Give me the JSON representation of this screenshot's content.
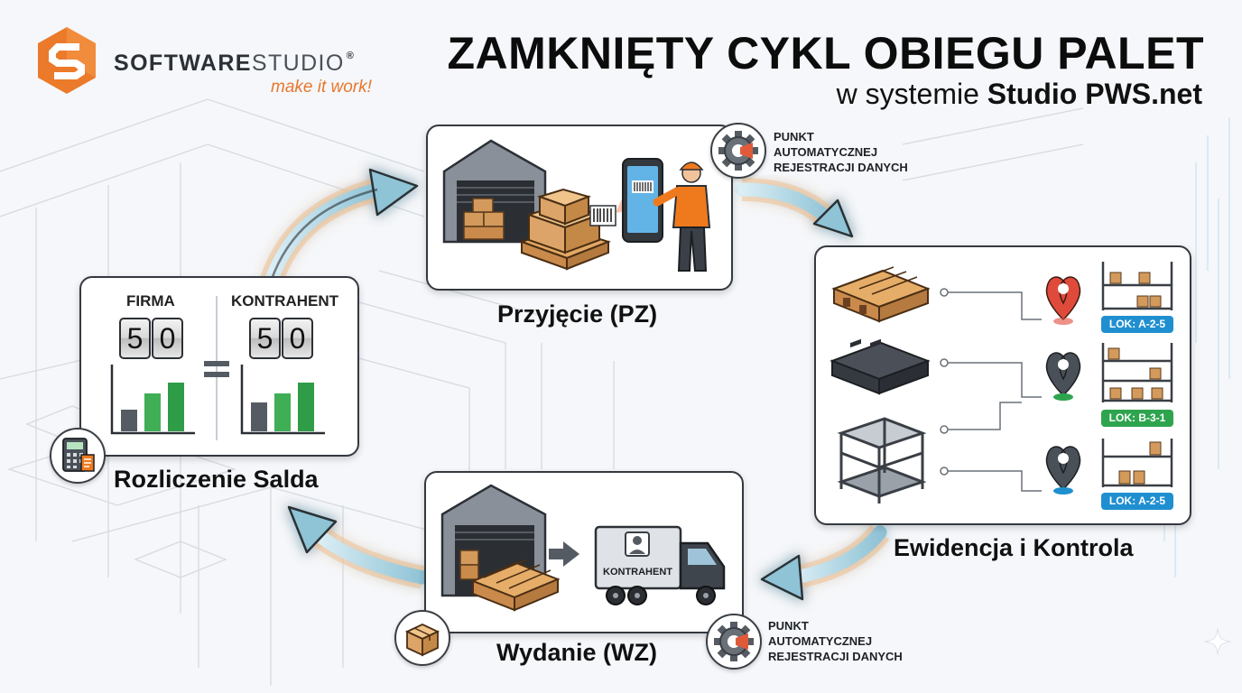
{
  "brand": {
    "name_bold": "SOFTWARE",
    "name_light": "STUDIO",
    "registered": "®",
    "tagline": "make it work!",
    "colors": {
      "orange": "#e8772e",
      "dark": "#2b3036"
    }
  },
  "header": {
    "title": "ZAMKNIĘTY CYKL OBIEGU PALET",
    "subtitle_prefix": "w systemie ",
    "subtitle_bold": "Studio PWS.net"
  },
  "stages": {
    "przyjecie": {
      "label": "Przyjęcie (PZ)"
    },
    "ewidencja": {
      "label": "Ewidencja i Kontrola",
      "locations": [
        {
          "text": "LOK: A-2-5",
          "color": "#1f8fd0"
        },
        {
          "text": "LOK: B-3-1",
          "color": "#2ea44f"
        },
        {
          "text": "LOK: A-2-5",
          "color": "#1f8fd0"
        }
      ]
    },
    "wydanie": {
      "label": "Wydanie (WZ)",
      "truck_label": "KONTRAHENT"
    },
    "rozliczenie": {
      "label": "Rozliczenie Salda",
      "left_label": "FIRMA",
      "right_label": "KONTRAHENT",
      "left_digits": [
        "5",
        "0"
      ],
      "right_digits": [
        "5",
        "0"
      ],
      "equals": "="
    }
  },
  "punkt_top": {
    "lines": [
      "PUNKT",
      "AUTOMATYCZNEJ",
      "REJESTRACJI DANYCH"
    ]
  },
  "punkt_bottom": {
    "lines": [
      "PUNKT",
      "AUTOMATYCZNEJ",
      "REJESTRACJI DANYCH"
    ]
  },
  "icons": [
    "gear-scanner-icon",
    "calculator-icon",
    "box-icon",
    "location-pin-icon",
    "barcode-icon"
  ]
}
